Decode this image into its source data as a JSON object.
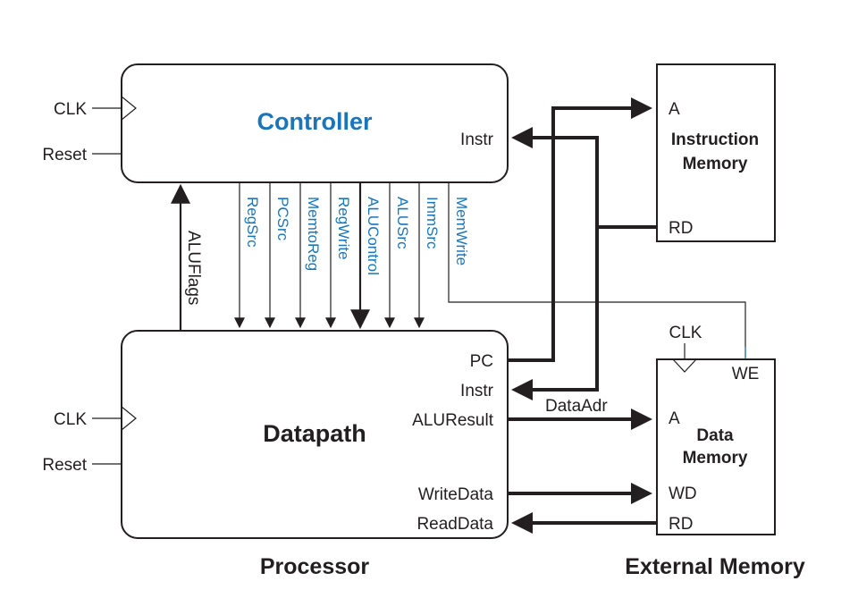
{
  "colors": {
    "ink": "#231f20",
    "control_blue": "#1a75bb"
  },
  "controller": {
    "title": "Controller",
    "clk": "CLK",
    "reset": "Reset",
    "instr": "Instr"
  },
  "control_signals": [
    "RegSrc",
    "PCSrc",
    "MemtoReg",
    "RegWrite",
    "ALUControl",
    "ALUSrc",
    "ImmSrc",
    "MemWrite"
  ],
  "alu_flags": "ALUFlags",
  "datapath": {
    "title": "Datapath",
    "clk": "CLK",
    "reset": "Reset",
    "pc": "PC",
    "instr": "Instr",
    "alu_result": "ALUResult",
    "write_data": "WriteData",
    "read_data": "ReadData"
  },
  "data_adr": "DataAdr",
  "instruction_memory": {
    "title_line1": "Instruction",
    "title_line2": "Memory",
    "port_a": "A",
    "port_rd": "RD"
  },
  "data_memory": {
    "clk": "CLK",
    "title_line1": "Data",
    "title_line2": "Memory",
    "port_we": "WE",
    "port_a": "A",
    "port_wd": "WD",
    "port_rd": "RD"
  },
  "captions": {
    "processor": "Processor",
    "external_memory": "External Memory"
  }
}
